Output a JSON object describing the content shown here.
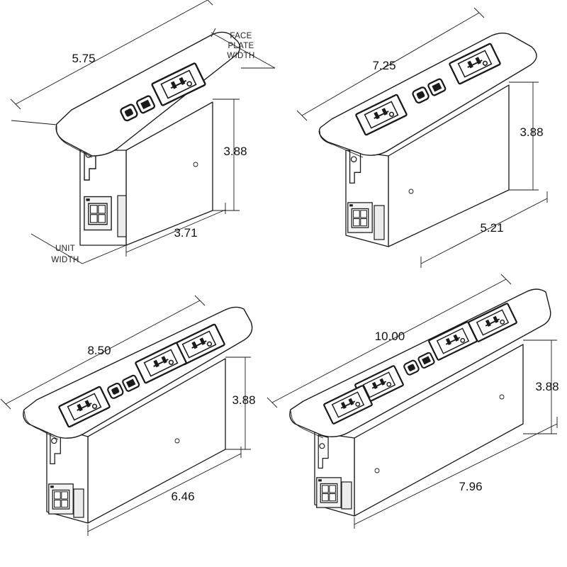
{
  "units": [
    {
      "id": "unit-a",
      "outlet_count": 1,
      "has_usb": true,
      "dimensions": {
        "face_plate_length": "5.75",
        "height": "3.88",
        "unit_depth": "3.71"
      },
      "callouts": {
        "face_plate_width": [
          "FACE",
          "PLATE",
          "WIDTH"
        ],
        "unit_width": [
          "UNIT",
          "WIDTH"
        ]
      }
    },
    {
      "id": "unit-b",
      "outlet_count": 2,
      "has_usb": true,
      "dimensions": {
        "face_plate_length": "7.25",
        "height": "3.88",
        "unit_depth": "5.21"
      }
    },
    {
      "id": "unit-c",
      "outlet_count": 3,
      "has_usb": true,
      "dimensions": {
        "face_plate_length": "8.50",
        "height": "3.88",
        "unit_depth": "6.46"
      }
    },
    {
      "id": "unit-d",
      "outlet_count": 4,
      "has_usb": true,
      "dimensions": {
        "face_plate_length": "10.00",
        "height": "3.88",
        "unit_depth": "7.96"
      }
    }
  ],
  "icons": {
    "outlet": "nema-receptacle-icon",
    "usb": "usb-port-icon",
    "connector": "modular-power-connector-icon"
  }
}
